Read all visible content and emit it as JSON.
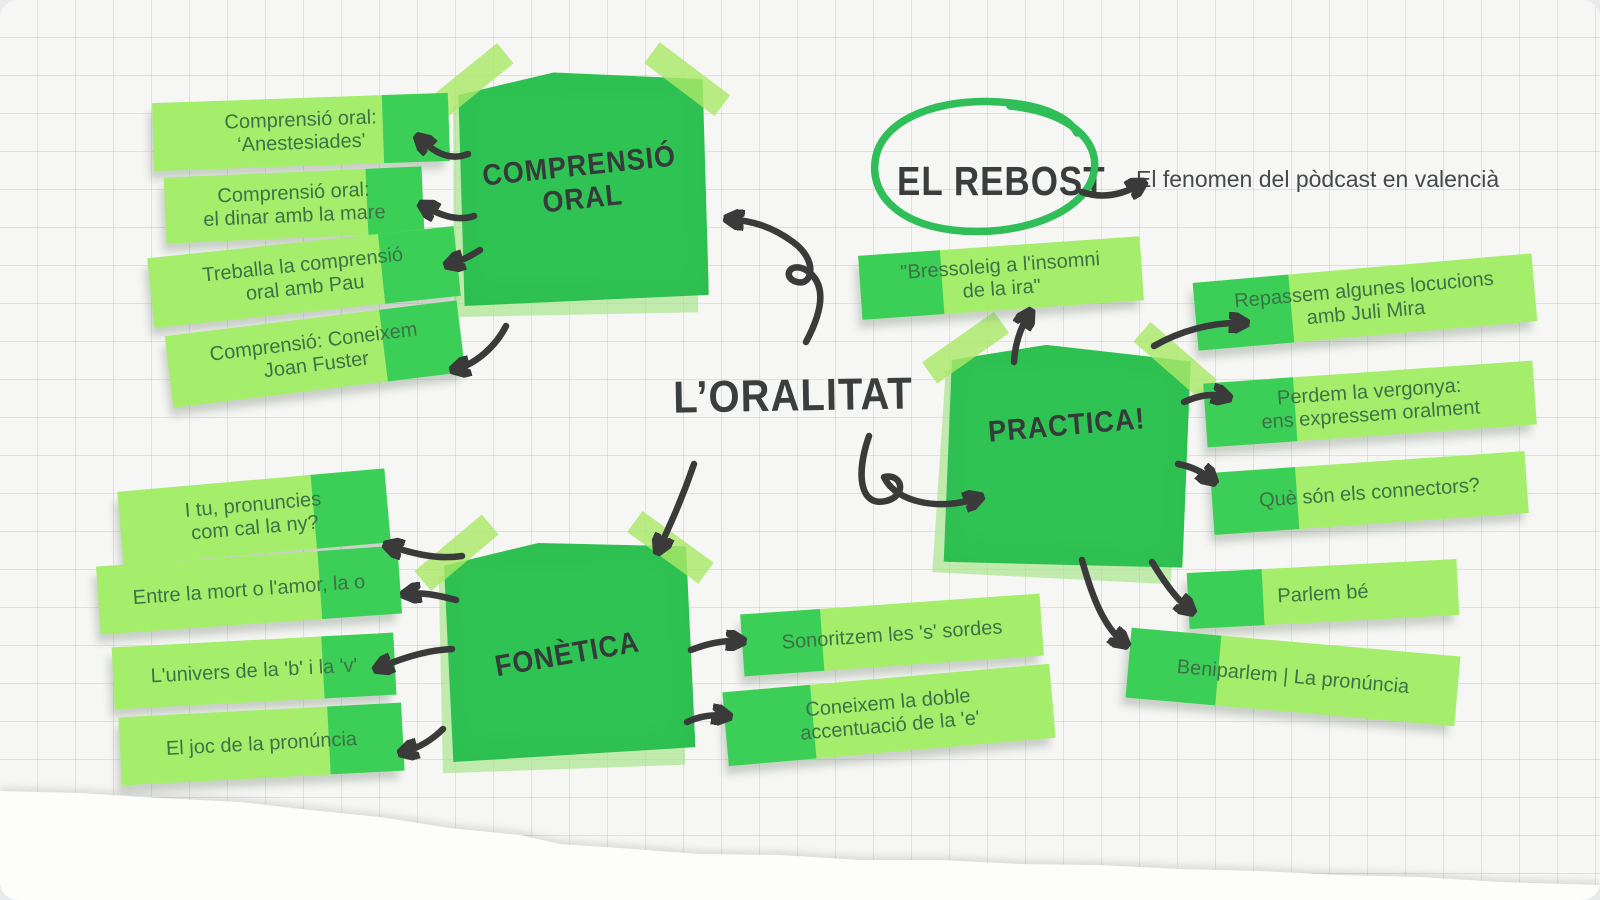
{
  "center": {
    "title": "L’ORALITAT"
  },
  "rebost": {
    "label": "EL REBOST",
    "note": "El fenomen del pòdcast en valencià"
  },
  "groups": [
    {
      "title": "COMPRENSIÓ\nORAL",
      "items": [
        {
          "text": "Comprensió oral:\n‘Anestesiades'"
        },
        {
          "text": "Comprensió oral:\nel dinar amb la mare"
        },
        {
          "text": "Treballa la comprensió\noral amb Pau"
        },
        {
          "text": "Comprensió: Coneixem\nJoan Fuster"
        }
      ]
    },
    {
      "title": "PRACTICA!",
      "items": [
        {
          "text": "\"Bressoleig a l'insomni\nde la ira\""
        },
        {
          "text": "Repassem algunes locucions\namb Juli Mira"
        },
        {
          "text": "Perdem la vergonya:\nens expressem oralment"
        },
        {
          "text": "Què són els connectors?"
        },
        {
          "text": "Parlem bé"
        },
        {
          "text": "Beniparlem | La pronúncia"
        }
      ]
    },
    {
      "title": "FONÈTICA",
      "items": [
        {
          "text": "I tu, pronuncies\ncom cal la ny?"
        },
        {
          "text": "Entre la mort o l'amor, la o"
        },
        {
          "text": "L'univers de la 'b' i la 'v'"
        },
        {
          "text": "El joc de la pronúncia"
        },
        {
          "text": "Sonoritzem les 's' sordes"
        },
        {
          "text": "Coneixem la doble\naccentuació de la 'e'"
        }
      ]
    }
  ],
  "colors": {
    "sticky_green": "#2fc353",
    "label_light": "#a4ee6c",
    "label_dark": "#3ccf58",
    "label_text": "#3c7245",
    "ink": "#3a3a3a",
    "circle_green": "#2fbe57",
    "tape": "#aae869",
    "paper": "#f6f6f4"
  }
}
